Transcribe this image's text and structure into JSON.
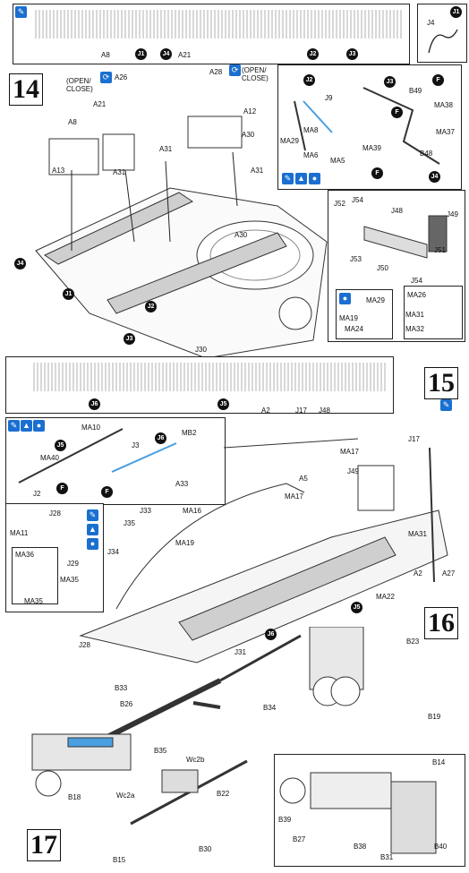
{
  "steps": {
    "s14": "14",
    "s15": "15",
    "s16": "16",
    "s17": "17"
  },
  "icons": {
    "tip": "pencil-icon",
    "paint": "paint-drop-icon",
    "glue": "glue-icon",
    "flip": "rotate-icon"
  },
  "top_strip_labels": [
    "A8",
    "J1",
    "J4",
    "A21",
    "J2",
    "J3"
  ],
  "step14": {
    "open_close_left": "(OPEN/\nCLOSE)",
    "open_close_right": "(OPEN/\nCLOSE)",
    "labels": [
      "A26",
      "A28",
      "A8",
      "A21",
      "A12",
      "A30",
      "A13",
      "A31",
      "A31",
      "A31",
      "A30",
      "J4",
      "J1",
      "J2",
      "J3",
      "J30"
    ]
  },
  "callout_j": {
    "labels": [
      "J2",
      "J3",
      "J9",
      "B49",
      "MA38",
      "MA29",
      "MA8",
      "MA37",
      "MA6",
      "MA5",
      "MA39",
      "B48",
      "J4",
      "F",
      "F",
      "F"
    ]
  },
  "callout_j48": {
    "labels": [
      "J52",
      "J54",
      "J48",
      "J49",
      "J53",
      "J50",
      "J51",
      "J54",
      "MA29",
      "MA19",
      "MA24",
      "MA26",
      "MA31",
      "MA32"
    ]
  },
  "callout_j4": {
    "labels": [
      "J4",
      "J1"
    ]
  },
  "step15": {
    "labels": [
      "J6",
      "J5",
      "A2",
      "J17",
      "J48",
      "MA10",
      "MB2",
      "J3",
      "J5",
      "J6",
      "MA40",
      "J2",
      "F",
      "F",
      "A33",
      "MA17",
      "A5",
      "MA17",
      "J49",
      "J17"
    ]
  },
  "step16": {
    "labels": [
      "J28",
      "MA11",
      "J29",
      "MA36",
      "MA35",
      "MA35",
      "J33",
      "J35",
      "J34",
      "MA16",
      "MA19",
      "MA31",
      "A2",
      "A27",
      "MA22",
      "J5",
      "J6",
      "J31",
      "J28"
    ]
  },
  "step17": {
    "labels": [
      "B23",
      "B33",
      "B26",
      "B34",
      "B19",
      "B18",
      "B35",
      "Wc2b",
      "Wc2a",
      "B22",
      "B15",
      "B30",
      "B14",
      "B39",
      "B27",
      "B38",
      "B31",
      "B40"
    ]
  }
}
